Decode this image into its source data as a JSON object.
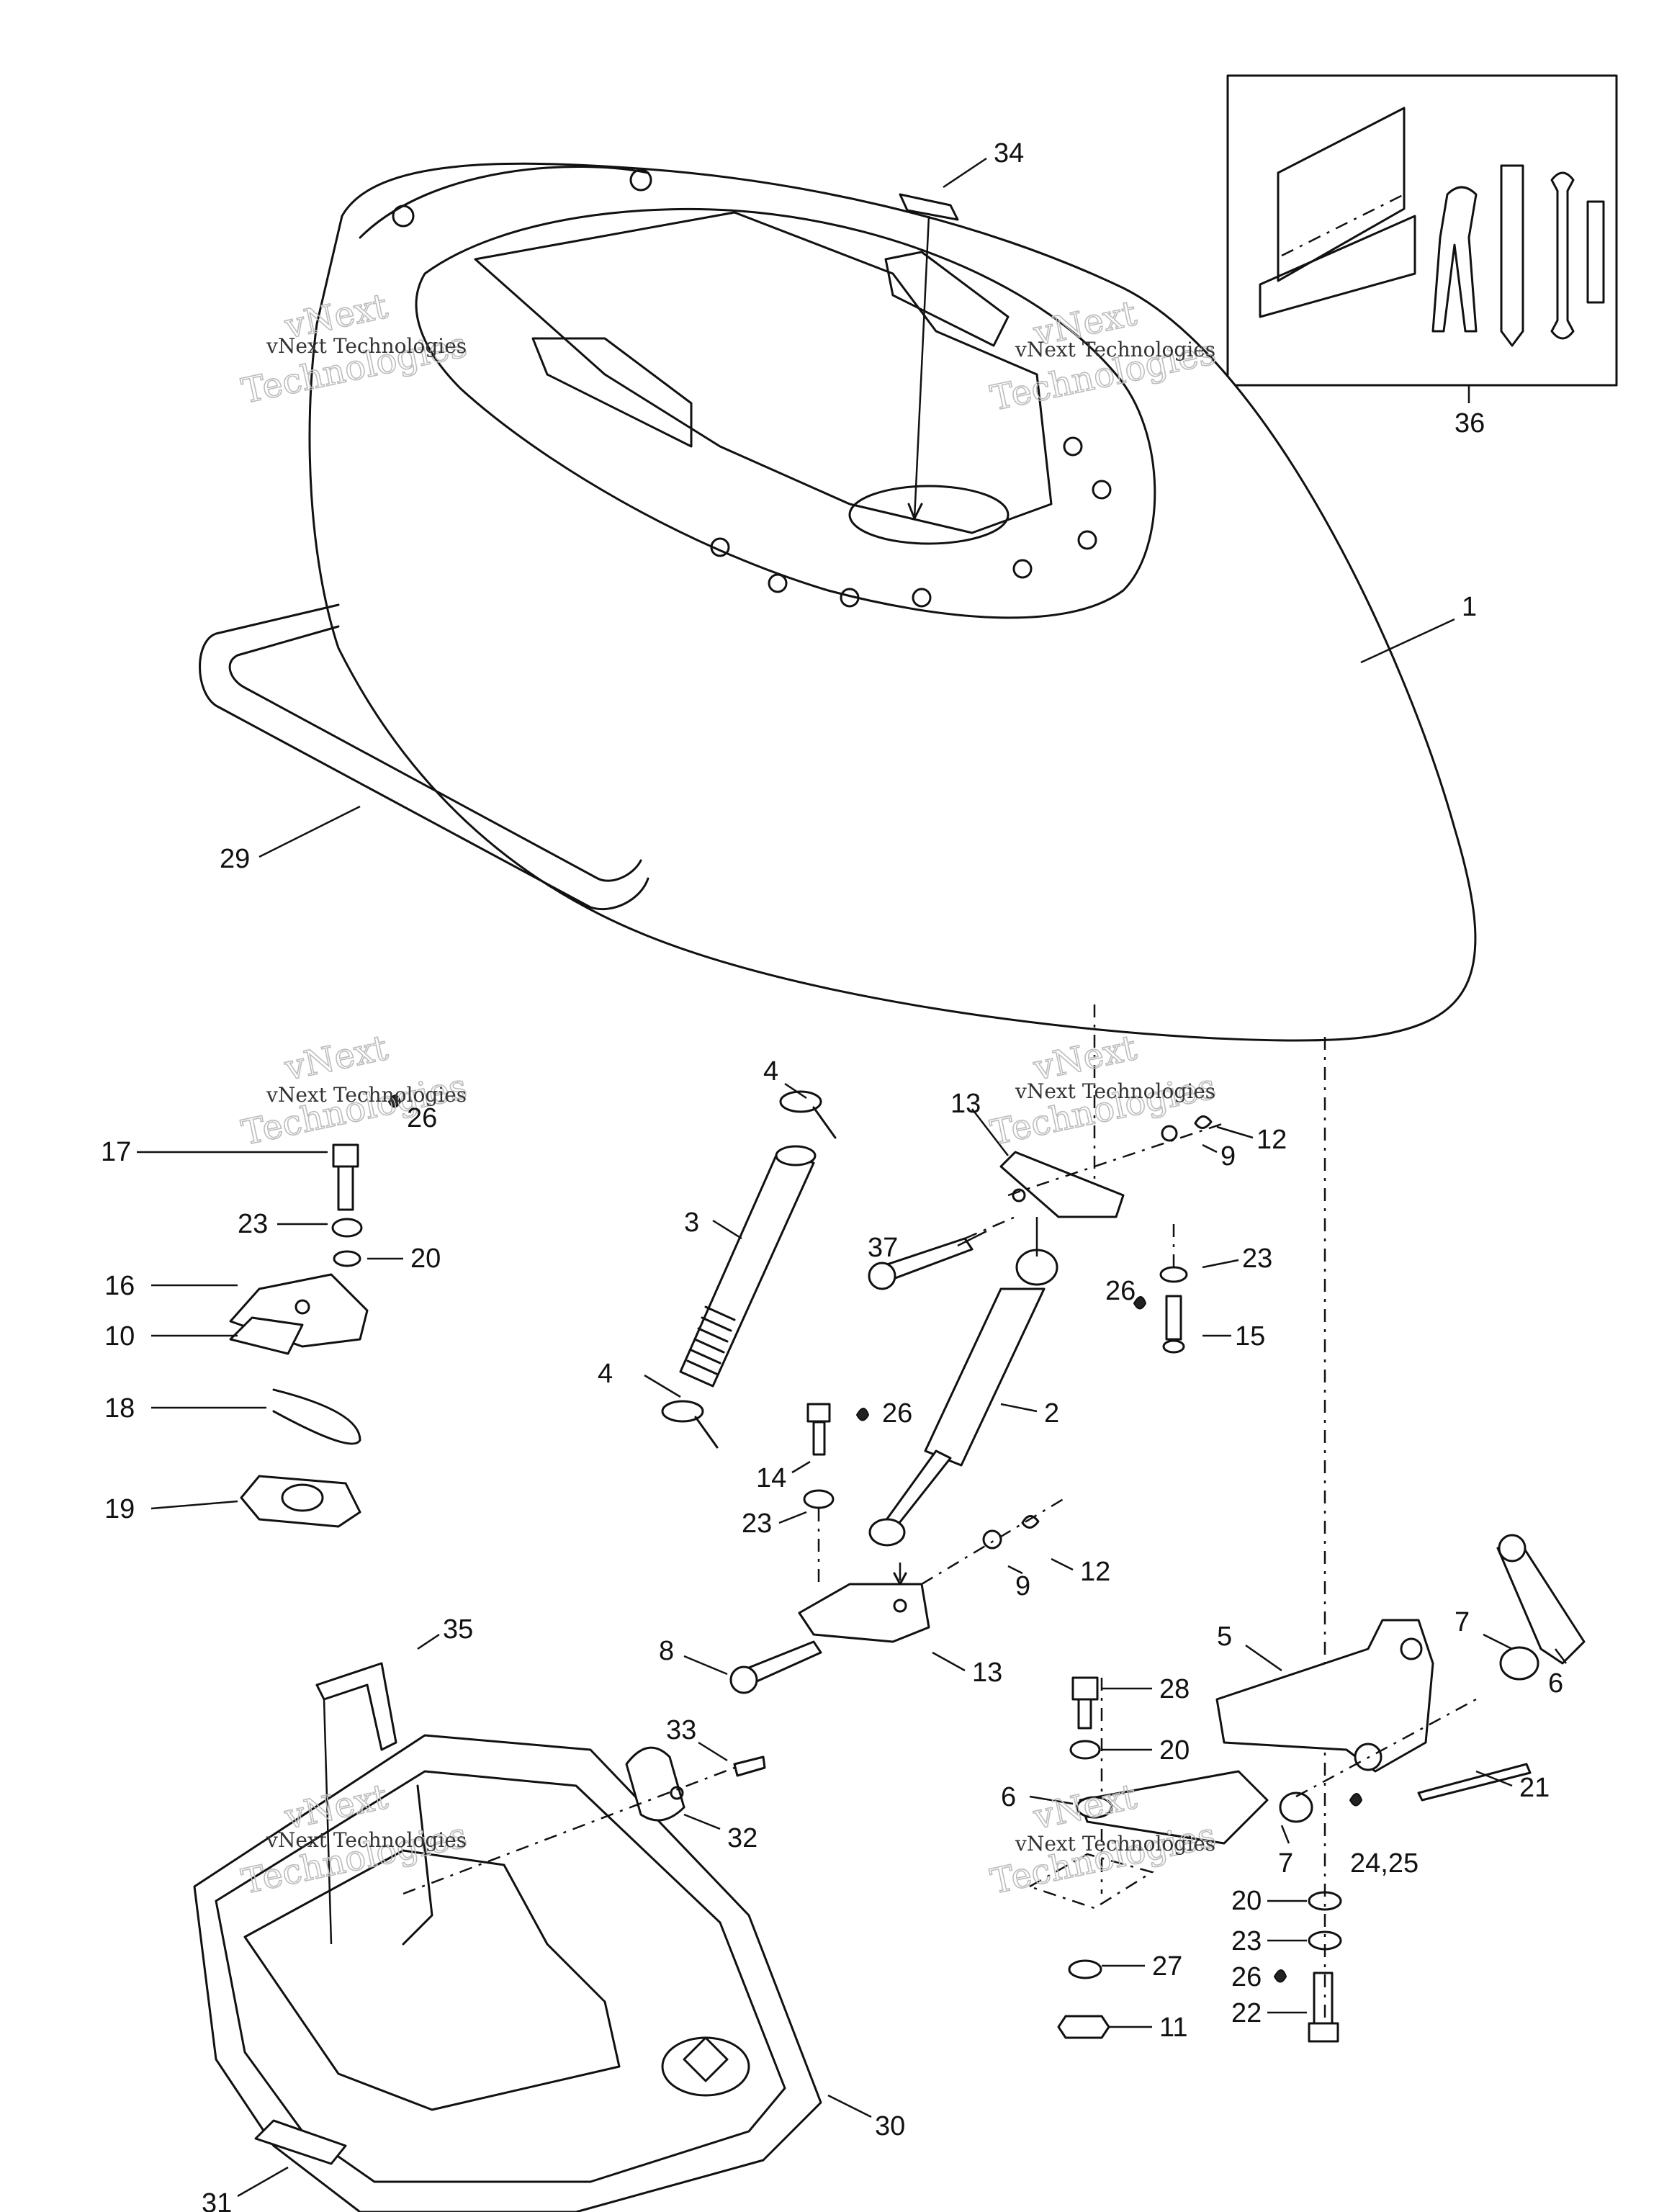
{
  "watermark": {
    "line1": "vNext",
    "line2": "Technologies",
    "small": "vNext Technologies"
  },
  "callouts": {
    "c1": "1",
    "c2": "2",
    "c3": "3",
    "c4a": "4",
    "c4b": "4",
    "c5": "5",
    "c6a": "6",
    "c6b": "6",
    "c7a": "7",
    "c7b": "7",
    "c8": "8",
    "c9a": "9",
    "c9b": "9",
    "c10": "10",
    "c11": "11",
    "c12a": "12",
    "c12b": "12",
    "c13a": "13",
    "c13b": "13",
    "c14": "14",
    "c15": "15",
    "c16": "16",
    "c17": "17",
    "c18": "18",
    "c19": "19",
    "c20a": "20",
    "c20b": "20",
    "c20c": "20",
    "c21": "21",
    "c22": "22",
    "c23a": "23",
    "c23b": "23",
    "c23c": "23",
    "c23d": "23",
    "c24": "24,25",
    "c26a": "26",
    "c26b": "26",
    "c26c": "26",
    "c26d": "26",
    "c27": "27",
    "c28": "28",
    "c29": "29",
    "c30": "30",
    "c31": "31",
    "c32": "32",
    "c33": "33",
    "c34": "34",
    "c35": "35",
    "c36": "36",
    "c37": "37"
  }
}
